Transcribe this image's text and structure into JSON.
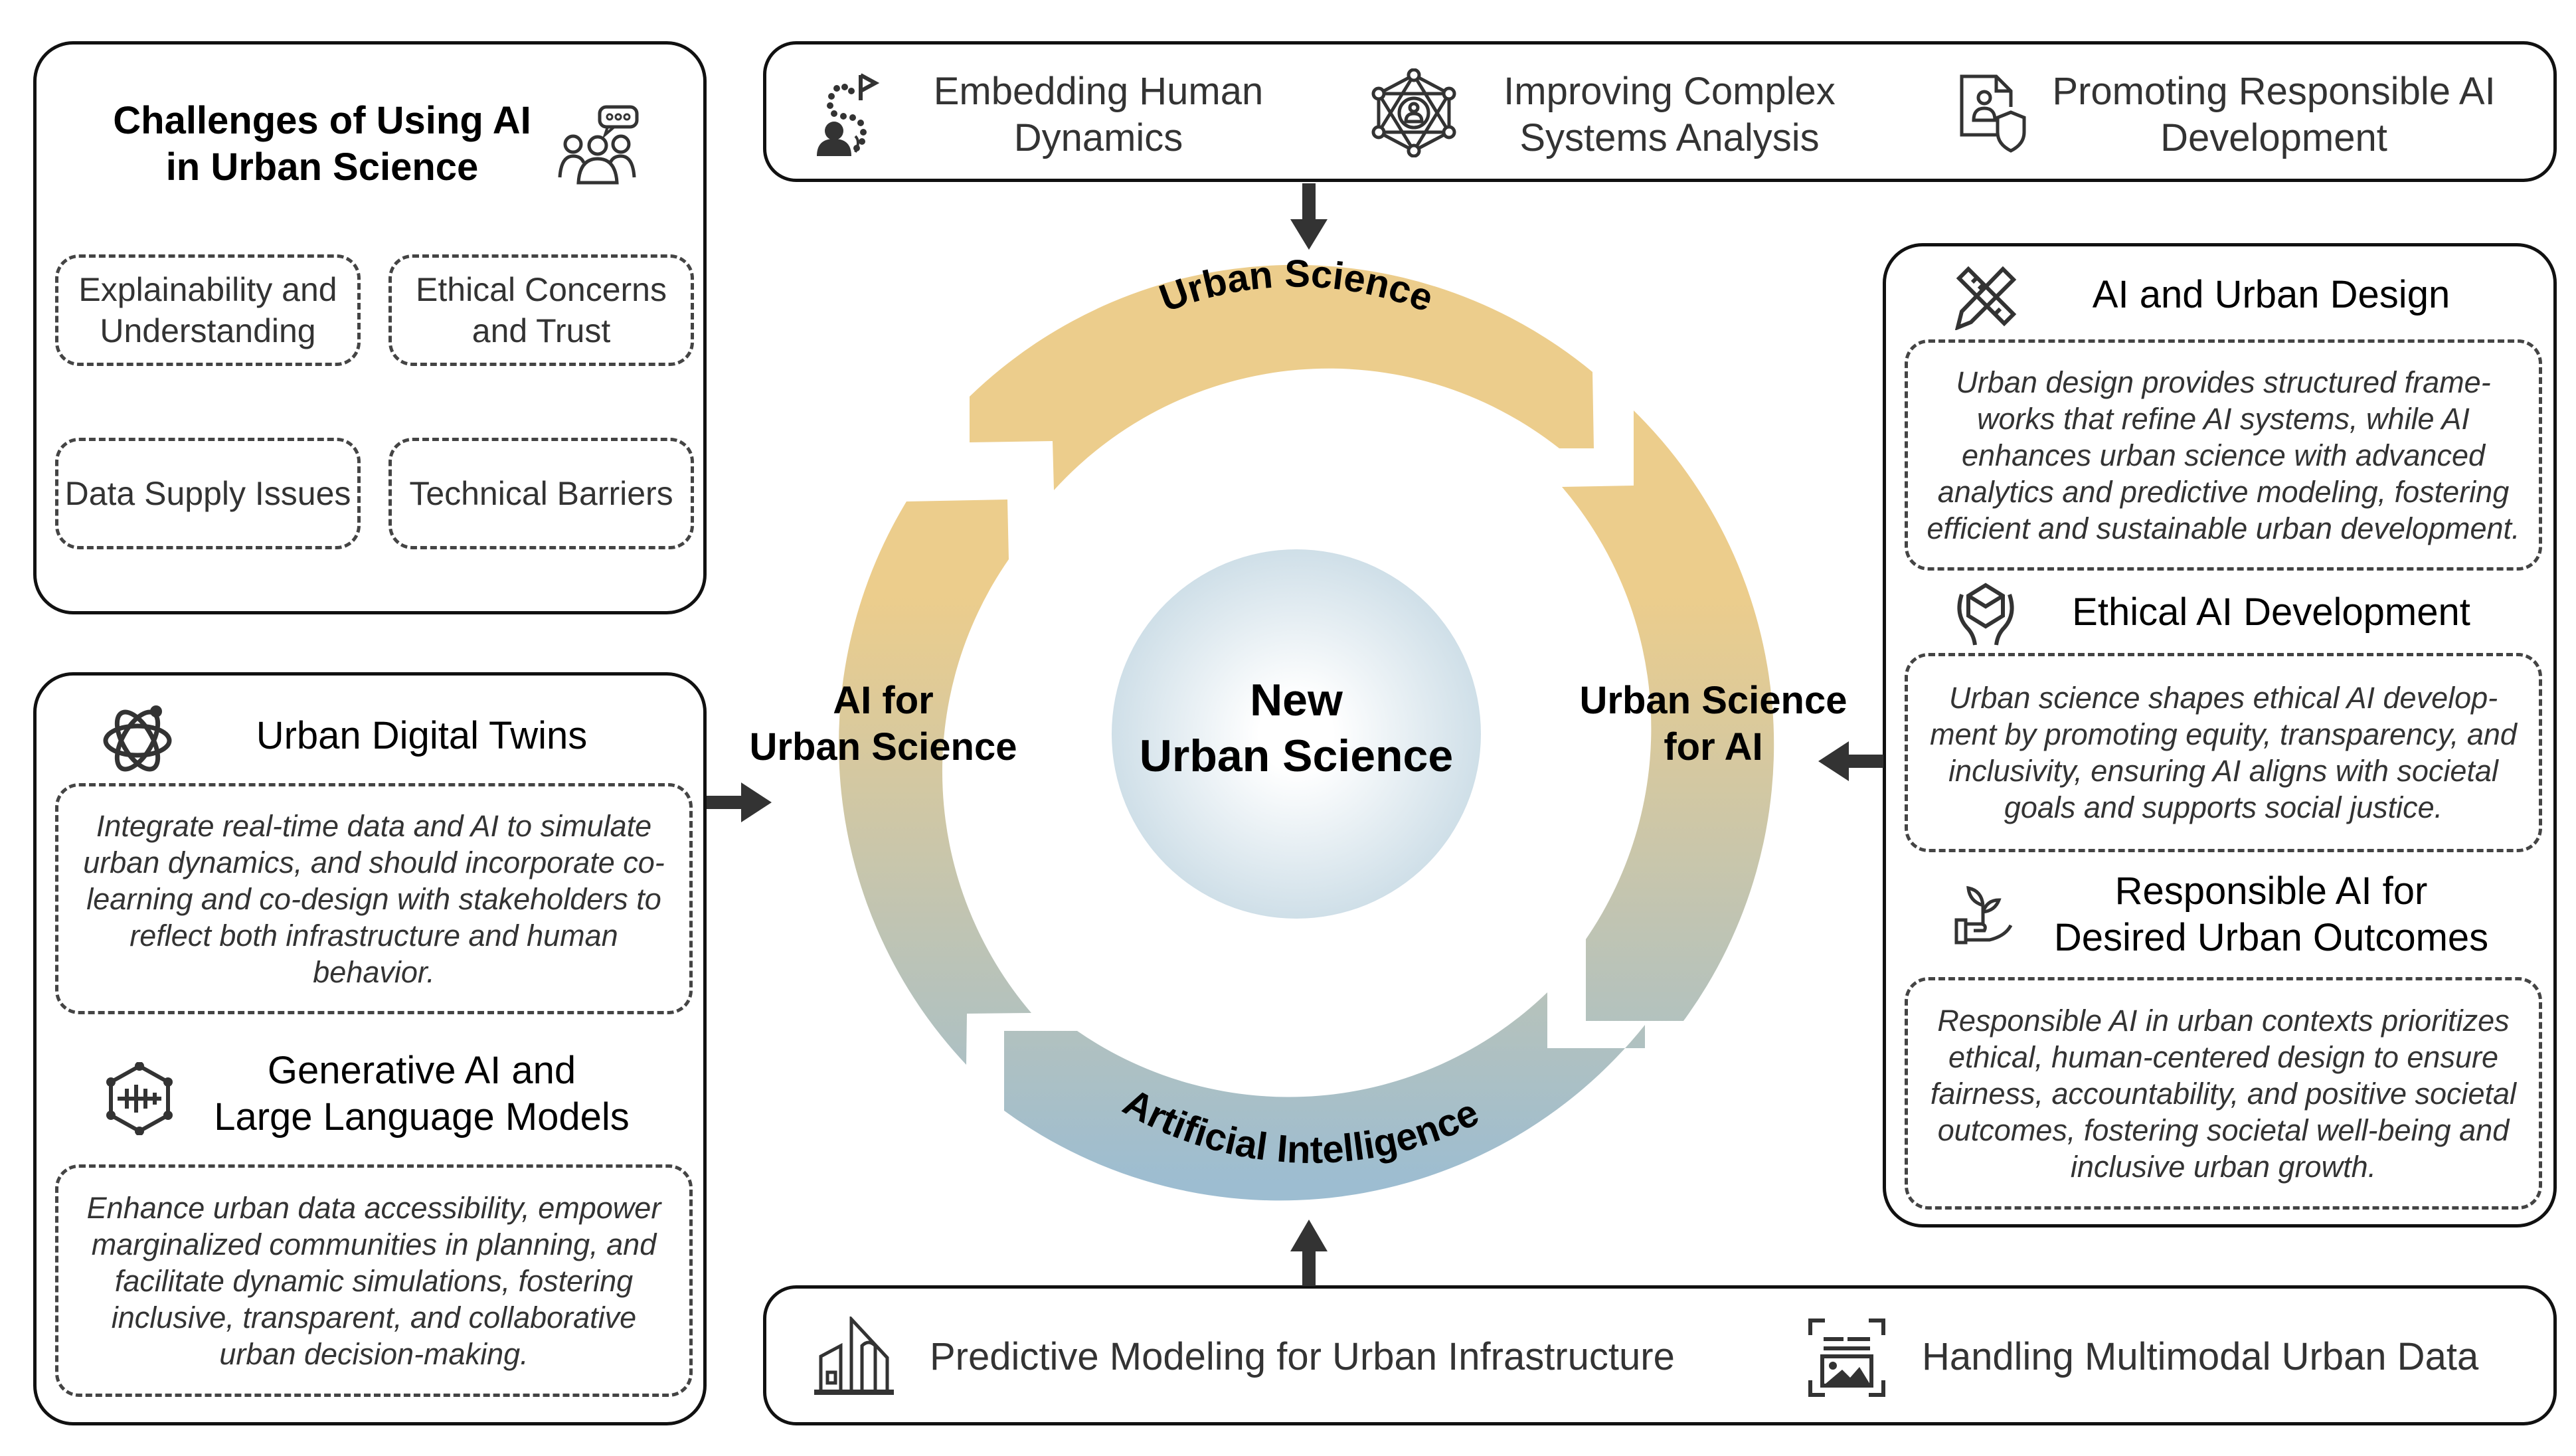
{
  "challenges": {
    "title_line1": "Challenges of Using AI",
    "title_line2": "in Urban Science",
    "icon": "group-discussion-icon",
    "items": [
      {
        "line1": "Explainability and",
        "line2": "Understanding"
      },
      {
        "line1": "Ethical Concerns",
        "line2": "and Trust"
      },
      {
        "line1": "Data Supply Issues",
        "line2": ""
      },
      {
        "line1": "Technical Barriers",
        "line2": ""
      }
    ]
  },
  "left_panel": {
    "sections": [
      {
        "icon": "atom-icon",
        "title_line1": "Urban Digital Twins",
        "title_line2": "",
        "description": "Integrate real-time data and AI to simulate urban dynamics, and should incorporate co-learning and co-design with stakeholders to reflect both infrastructure and human behavior."
      },
      {
        "icon": "neural-network-icon",
        "title_line1": "Generative AI and",
        "title_line2": "Large Language Models",
        "description": "Enhance urban data accessibility, empower marginalized communities in planning, and facilitate dynamic simulations, fostering inclusive, transparent, and collaborative urban decision-making."
      }
    ]
  },
  "top_bar": {
    "items": [
      {
        "icon": "human-path-icon",
        "line1": "Embedding Human",
        "line2": "Dynamics"
      },
      {
        "icon": "network-person-icon",
        "line1": "Improving Complex",
        "line2": "Systems Analysis"
      },
      {
        "icon": "document-shield-icon",
        "line1": "Promoting Responsible AI",
        "line2": "Development"
      }
    ]
  },
  "bottom_bar": {
    "items": [
      {
        "icon": "buildings-icon",
        "label": "Predictive Modeling for Urban Infrastructure"
      },
      {
        "icon": "multimodal-data-icon",
        "label": "Handling Multimodal Urban Data"
      }
    ]
  },
  "right_panel": {
    "sections": [
      {
        "icon": "ruler-pencil-icon",
        "title_line1": "AI and Urban Design",
        "title_line2": "",
        "description": "Urban design provides structured frame-works that refine AI systems, while AI enhances urban science with advanced analytics and predictive modeling, fostering efficient and sustainable urban development."
      },
      {
        "icon": "hands-cube-icon",
        "title_line1": "Ethical AI Development",
        "title_line2": "",
        "description": "Urban science shapes ethical AI develop-ment by promoting equity, transparency, and inclusivity, ensuring AI aligns with societal goals and supports social justice."
      },
      {
        "icon": "hand-plant-icon",
        "title_line1": "Responsible AI for",
        "title_line2": "Desired Urban Outcomes",
        "description": "Responsible AI in urban contexts prioritizes ethical, human-centered design to ensure fairness, accountability, and positive societal outcomes, fostering societal well-being and inclusive urban growth."
      }
    ]
  },
  "cycle": {
    "top_arc": "Urban Science",
    "bottom_arc": "Artificial Intelligence",
    "left_label_line1": "AI for",
    "left_label_line2": "Urban Science",
    "right_label_line1": "Urban Science",
    "right_label_line2": "for AI",
    "center_line1": "New",
    "center_line2": "Urban Science",
    "colors": {
      "gold": "#ECCD8C",
      "blue": "#9DBDD1",
      "center_edge": "#CFDFE8",
      "center_middle": "#FFFFFF",
      "arrow": "#333333"
    }
  }
}
